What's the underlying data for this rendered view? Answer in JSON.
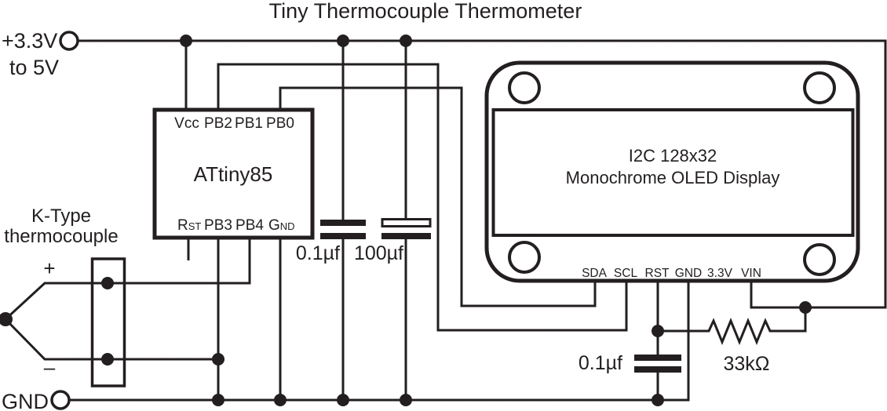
{
  "title": "Tiny Thermocouple Thermometer",
  "colors": {
    "ink": "#231f20",
    "bg": "#ffffff"
  },
  "power_terminal": {
    "label_line1": "+3.3V",
    "label_line2": "to 5V"
  },
  "ground_terminal": {
    "label": "GND"
  },
  "thermocouple": {
    "label_line1": "K-Type",
    "label_line2": "thermocouple",
    "plus": "+",
    "minus": "–"
  },
  "chip": {
    "name": "ATtiny85",
    "top_pins": [
      "Vcc",
      "PB2",
      "PB1",
      "PB0"
    ],
    "bottom_pins": {
      "rst_main": "R",
      "rst_sub": "ST",
      "pb3": "PB3",
      "pb4": "PB4",
      "gnd_main": "G",
      "gnd_sub": "ND"
    }
  },
  "capacitors": {
    "bypass_small": "0.1µf",
    "bulk_polarized": "100µf",
    "reset": "0.1µf"
  },
  "resistor": {
    "value": "33kΩ"
  },
  "display": {
    "title_line1": "I2C 128x32",
    "title_line2": "Monochrome OLED Display",
    "pins": [
      "SDA",
      "SCL",
      "RST",
      "GND",
      "3.3V",
      "VIN"
    ]
  }
}
